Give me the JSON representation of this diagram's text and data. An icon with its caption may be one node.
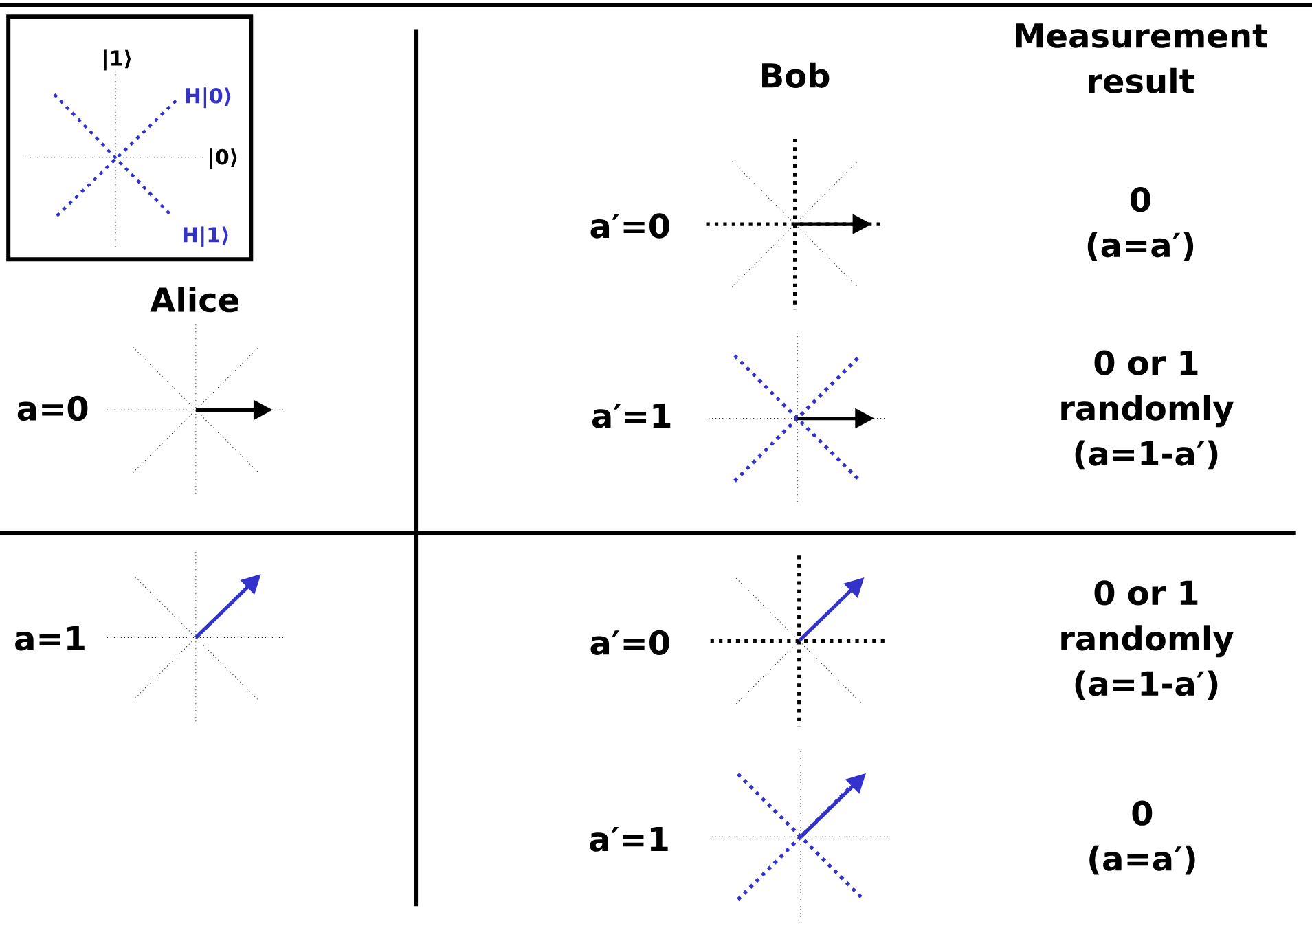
{
  "diagram": {
    "nodes": [
      {
        "text": [
          "|1⟩",
          "H|0⟩",
          "|0⟩",
          "H|1⟩"
        ]
      }
    ],
    "labels": [
      "Measurement result",
      "Bob",
      "a′=0",
      "0 (a=a′)",
      "Alice",
      "a=0",
      "a′=1",
      "0 or 1 randomly (a=1-a′)",
      "a=1",
      "a′=0",
      "0 or 1 randomly (a=1-a′)",
      "a′=1",
      "0 (a=a′)"
    ]
  }
}
